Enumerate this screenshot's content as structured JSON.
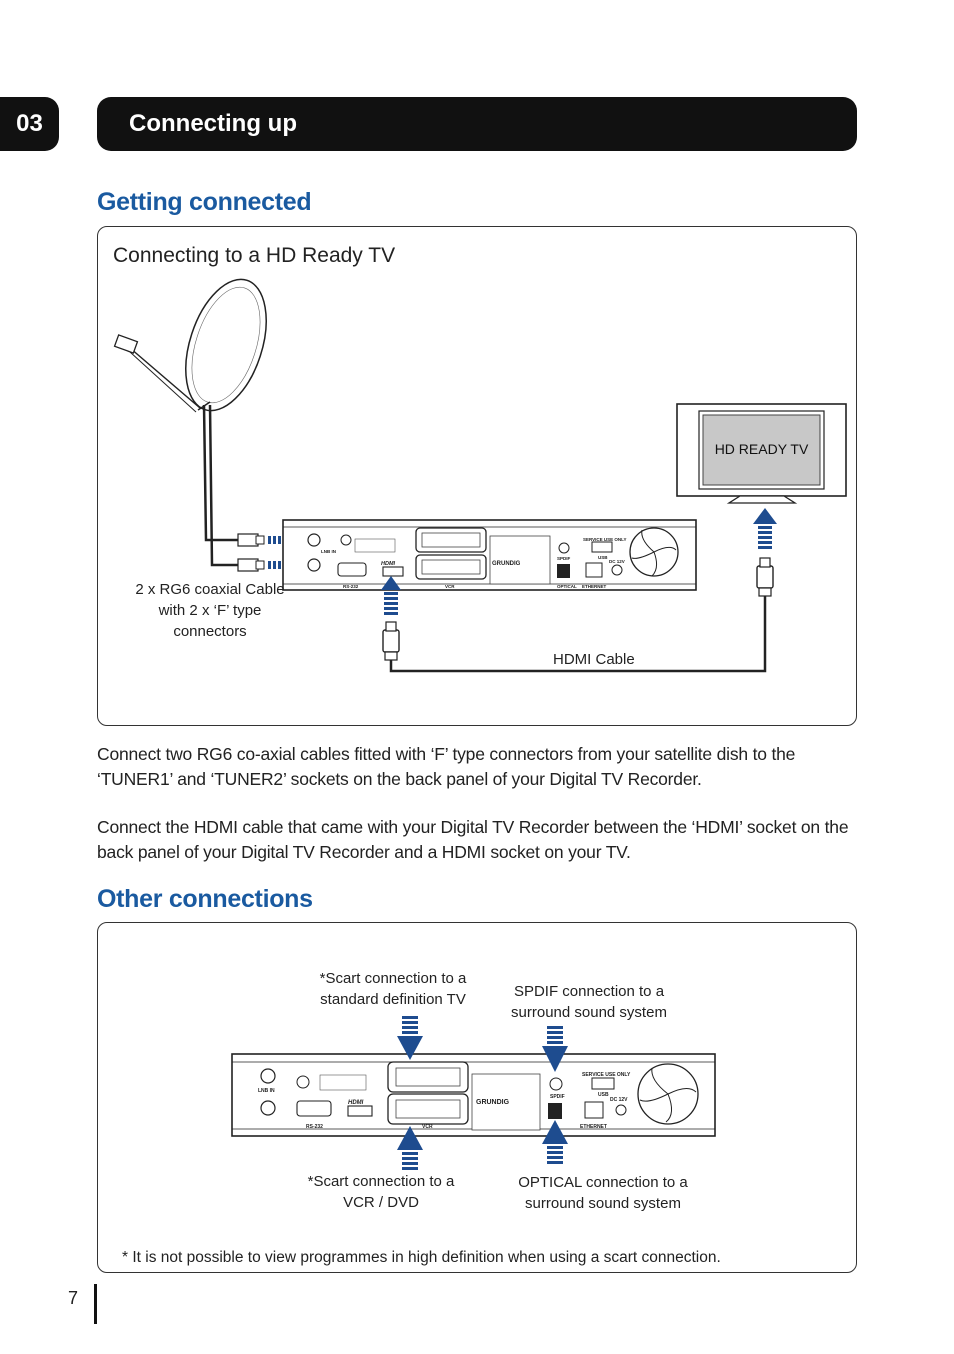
{
  "header": {
    "chapter_number": "03",
    "chapter_title": "Connecting up"
  },
  "section1": {
    "title": "Getting connected",
    "panel_heading": "Connecting to a HD Ready TV",
    "tv_label": "HD READY TV",
    "coax_label_line1": "2 x RG6 coaxial Cable",
    "coax_label_line2": "with 2 x ‘F’ type",
    "coax_label_line3": "connectors",
    "hdmi_label": "HDMI Cable",
    "device_brand": "GRUNDIG",
    "device_labels": {
      "lnb_in": "LNB IN",
      "rs232": "RS-232",
      "hdmi": "HDMI",
      "vcr": "VCR",
      "spdif": "SPDIF",
      "optical": "OPTICAL",
      "ethernet": "ETHERNET",
      "usb": "USB",
      "service": "SERVICE USE ONLY",
      "dc": "DC 12V"
    }
  },
  "body": {
    "para1": "Connect two RG6 co-axial cables fitted with ‘F’ type connectors from your satellite dish to the ‘TUNER1’ and ‘TUNER2’ sockets on the back panel of your Digital TV Recorder.",
    "para2": "Connect the HDMI cable that came with your Digital TV Recorder between the ‘HDMI’ socket on the back panel of your Digital TV Recorder and a HDMI socket on your TV."
  },
  "section2": {
    "title": "Other connections",
    "scart_tv_line1": "*Scart connection to a",
    "scart_tv_line2": "standard definition TV",
    "spdif_line1": "SPDIF connection to a",
    "spdif_line2": "surround sound system",
    "scart_vcr_line1": "*Scart connection to a",
    "scart_vcr_line2": "VCR / DVD",
    "optical_line1": "OPTICAL connection to a",
    "optical_line2": "surround sound system",
    "footnote": "* It is not possible to view programmes in high definition when using a scart connection."
  },
  "footer": {
    "page_number": "7"
  },
  "colors": {
    "accent_blue": "#1a5aa0",
    "arrow_blue": "#1e4c8f",
    "dark": "#111111"
  }
}
